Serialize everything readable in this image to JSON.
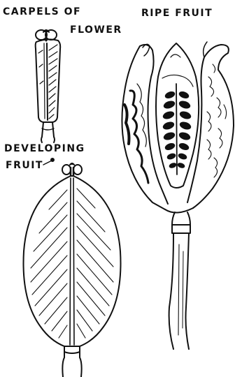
{
  "labels": {
    "carpels_line1": "CARPELS OF",
    "carpels_line2": "FLOWER",
    "ripe_fruit": "RIPE FRUIT",
    "developing_line1": "DEVELOPING",
    "developing_line2": "FRUIT"
  },
  "colors": {
    "ink": "#111111",
    "paper": "#ffffff"
  }
}
